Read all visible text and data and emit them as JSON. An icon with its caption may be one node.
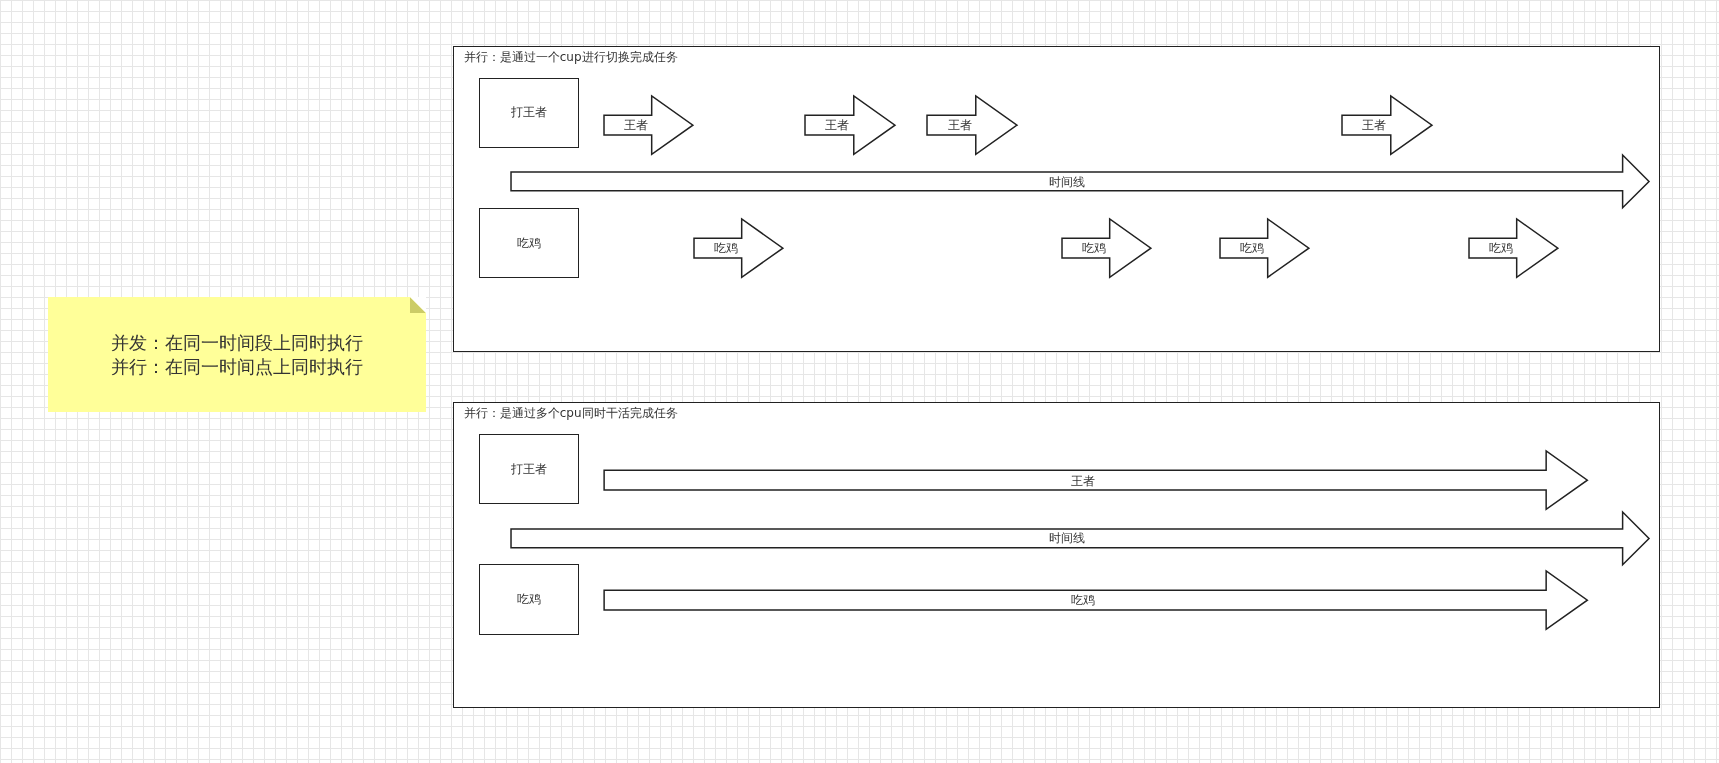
{
  "diagram": {
    "nodes": [
      {
        "text": [
          "并发：在同一时间段上同时执行",
          "并行：在同一时间点上同时执行"
        ]
      },
      {
        "text": [
          "并行：是通过一个cup进行切换完成任务"
        ]
      },
      {
        "text": [
          "打王者"
        ],
        "in": 1
      },
      {
        "text": [
          "王者"
        ],
        "in": 1
      },
      {
        "text": [
          "王者"
        ],
        "in": 1
      },
      {
        "text": [
          "王者"
        ],
        "in": 1
      },
      {
        "text": [
          "王者"
        ],
        "in": 1
      },
      {
        "text": [
          "时间线"
        ],
        "in": 1
      },
      {
        "text": [
          "吃鸡"
        ],
        "in": 1
      },
      {
        "text": [
          "吃鸡"
        ],
        "in": 1
      },
      {
        "text": [
          "吃鸡"
        ],
        "in": 1
      },
      {
        "text": [
          "吃鸡"
        ],
        "in": 1
      },
      {
        "text": [
          "吃鸡"
        ],
        "in": 1
      },
      {
        "text": [
          "并行：是通过多个cpu同时干活完成任务"
        ]
      },
      {
        "text": [
          "打王者"
        ],
        "in": 13
      },
      {
        "text": [
          "王者"
        ],
        "in": 13
      },
      {
        "text": [
          "时间线"
        ],
        "in": 13
      },
      {
        "text": [
          "吃鸡"
        ],
        "in": 13
      },
      {
        "text": [
          "吃鸡"
        ],
        "in": 13
      }
    ],
    "edges": []
  }
}
